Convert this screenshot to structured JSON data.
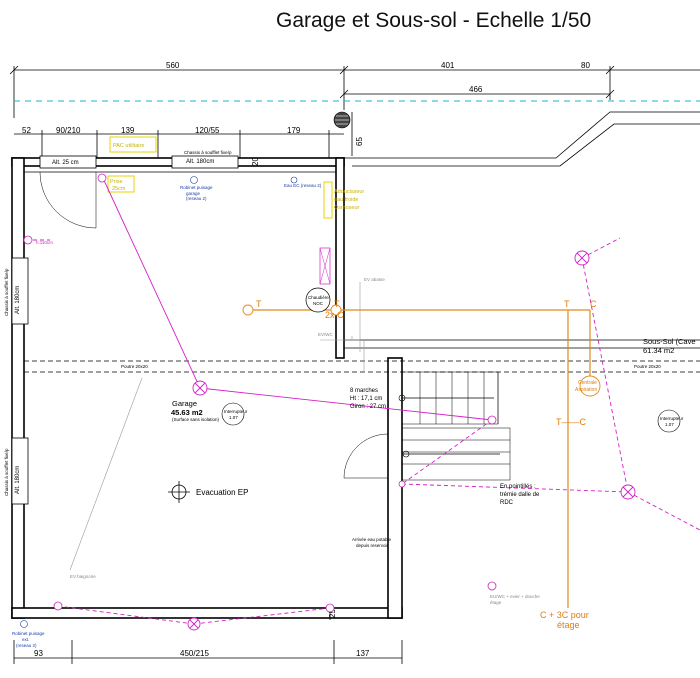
{
  "title": "Garage et Sous-sol - Echelle 1/50",
  "dimensions": {
    "top_560": "560",
    "top_401": "401",
    "top_80": "80",
    "inner_466": "466",
    "seg_52": "52",
    "seg_90_210": "90/210",
    "seg_139": "139",
    "seg_120_55": "120/55",
    "seg_179": "179",
    "vert_65": "65",
    "vert_20": "20",
    "bottom_93": "93",
    "bottom_450_215": "450/215",
    "bottom_137": "137",
    "bottom_25": "25"
  },
  "labels": {
    "alt_25": "Alt. 25 cm",
    "alt_180": "Alt. 180cm",
    "chassis_top": "Chassis à soufflet fixe/p",
    "alt_180_left_a": "Alt. 180cm",
    "alt_180_left_b": "Alt. 180cm",
    "chassis_left_a": "Chassis à soufflet fixe/p",
    "chassis_left_b": "Chassis à soufflet fixe/p",
    "pac": "PAC utilitaire",
    "yellow_small": "Prise",
    "yellow_small_2": "25cm",
    "robinet_garage_1": "Robinet puisage",
    "robinet_garage_2": "garage",
    "robinet_garage_3": "(reseau 2)",
    "eau_ec": "Eau EC (reseau 2)",
    "adoucisseur_1": "Adoucisseur",
    "adoucisseur_2": "eau froide",
    "adoucisseur_3": "Osmoseur",
    "chaudiere_1": "Chaudière",
    "chaudiere_2": "NOC",
    "ev_note": "EV abatse",
    "ev_note_2": "EV/WC",
    "poutre_left": "Poutre 20x20",
    "poutre_right": "Poutre 20x20",
    "garage_name": "Garage",
    "garage_area": "45.63 m2",
    "garage_note": "(Surface sans isolation)",
    "prise_garage": "Interrupteur",
    "prise_garage_2": "1.07",
    "marches_1": "8 marches",
    "marches_2": "Ht : 17,1 cm",
    "marches_3": "Giron : 27 cm",
    "evacuation": "Evacuation EP",
    "pointilles_1": "En pointillés :",
    "pointilles_2": "trémie dalle de",
    "pointilles_3": "RDC",
    "aspiration_note_1": "Arrivée eau potable",
    "aspiration_note_2": "depuis reservoir",
    "central_asp_1": "Centrale",
    "central_asp_2": "Aspiration",
    "sous_sol_name": "Sous-Sol (Cave",
    "sous_sol_area": "61.34 m2",
    "prise_cave": "Interrupteur",
    "prise_cave_2": "1.07",
    "c_3c": "C + 3C pour",
    "etage": "étage",
    "t_label": "T",
    "c_label": "C",
    "tc_label": "2x C",
    "t_c_dash": "T——C",
    "robinet_ext_1": "Robinet puisage",
    "robinet_ext_2": "ext.",
    "robinet_ext_3": "(reseau 2)",
    "ev_gaine": "EV baignoire",
    "ev_wc_douche_1": "EU/WC + evier + douche",
    "ev_wc_douche_2": "étage",
    "h110": "h.110cm"
  },
  "colors": {
    "wall": "#000000",
    "cyan_line": "#1ab4c8",
    "magenta_network": "#d520c8",
    "orange_network": "#e08a1e",
    "yellow_annotation": "#e8d400",
    "blue_annotation": "#1a3ea8"
  }
}
